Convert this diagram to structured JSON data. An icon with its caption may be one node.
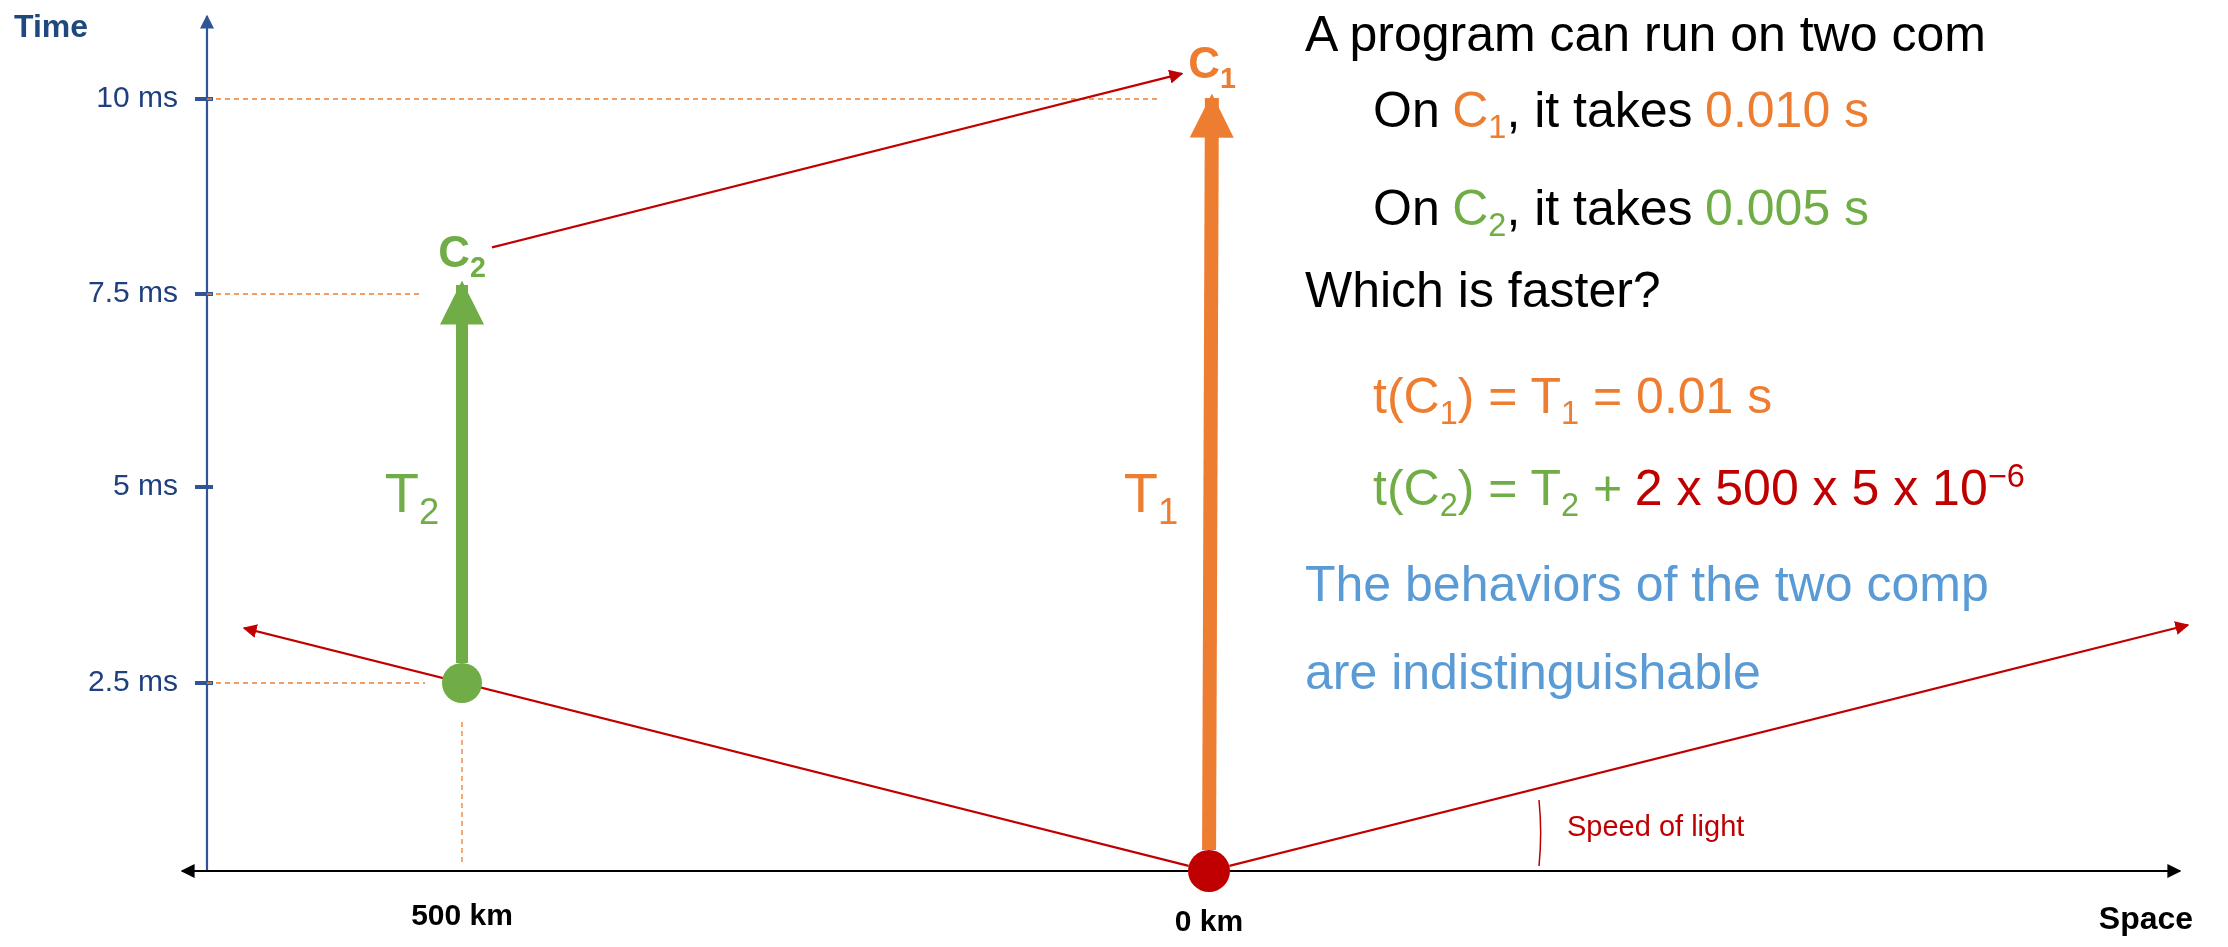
{
  "diagram": {
    "nodes": [
      {
        "text": [],
        "shape": "circle"
      },
      {
        "text": [],
        "shape": "circle"
      },
      {
        "text": [
          "C$_{2}$"
        ]
      },
      {
        "text": [
          "C$_{1}$"
        ]
      }
    ],
    "edges": [
      {
        "from": 1,
        "to": 2,
        "arrow": "to",
        "label": "T$_{2}$",
        "style": "thick",
        "color": "#70ad47"
      },
      {
        "from": 0,
        "to": 3,
        "arrow": "to",
        "label": "T$_{1}$",
        "style": "thick",
        "color": "#ed7d31"
      },
      {
        "from": 2,
        "to": 3,
        "arrow": "to"
      },
      {
        "from": 0,
        "to": null,
        "arrow": "to"
      },
      {
        "from": 0,
        "to": null,
        "arrow": "to"
      }
    ],
    "labels": [
      "Time",
      "10 ms",
      "7.5 ms",
      "5 ms",
      "2.5 ms",
      "500 km",
      "0 km",
      "Space",
      "Speed of light",
      "A program can run on two com",
      "On",
      "C$_{1}$",
      ", it takes",
      "0.010 s",
      "On",
      "C$_{2}$",
      ", it takes",
      "0.005 s",
      "Which is faster?",
      "t(C$_{1}$) = T$_{1}$ = 0.01 s",
      "t(C$_{2}$) = T$_{2}$ +",
      "2 x 500 x 5 x 10$^{−6}$",
      "The behaviors of the two comp",
      "are indistinguishable"
    ]
  }
}
